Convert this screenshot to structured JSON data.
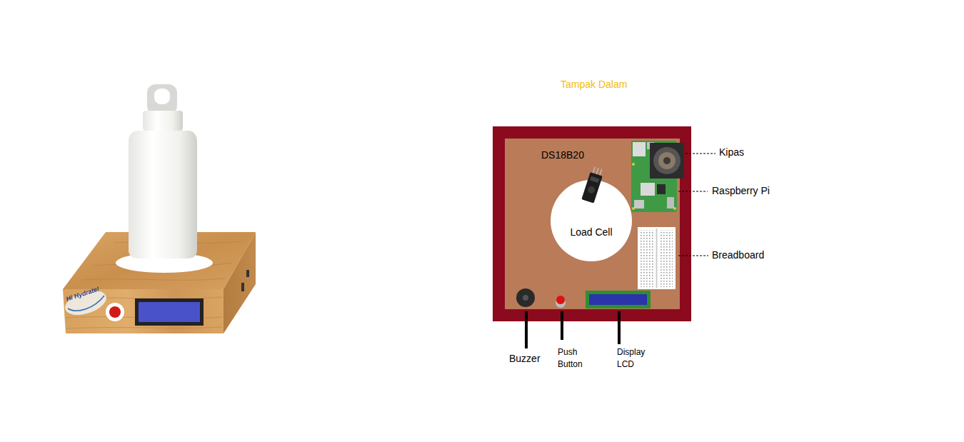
{
  "diagram": {
    "title": "Tampak Dalam",
    "nodes": [
      {
        "text": [
          "Load Cell"
        ]
      }
    ],
    "labels": [
      "Hi Hydrate!",
      "DS18B20",
      "Kipas",
      "Raspberry Pi",
      "Breadboard",
      "Buzzer",
      "Push Button",
      "Display LCD"
    ]
  }
}
